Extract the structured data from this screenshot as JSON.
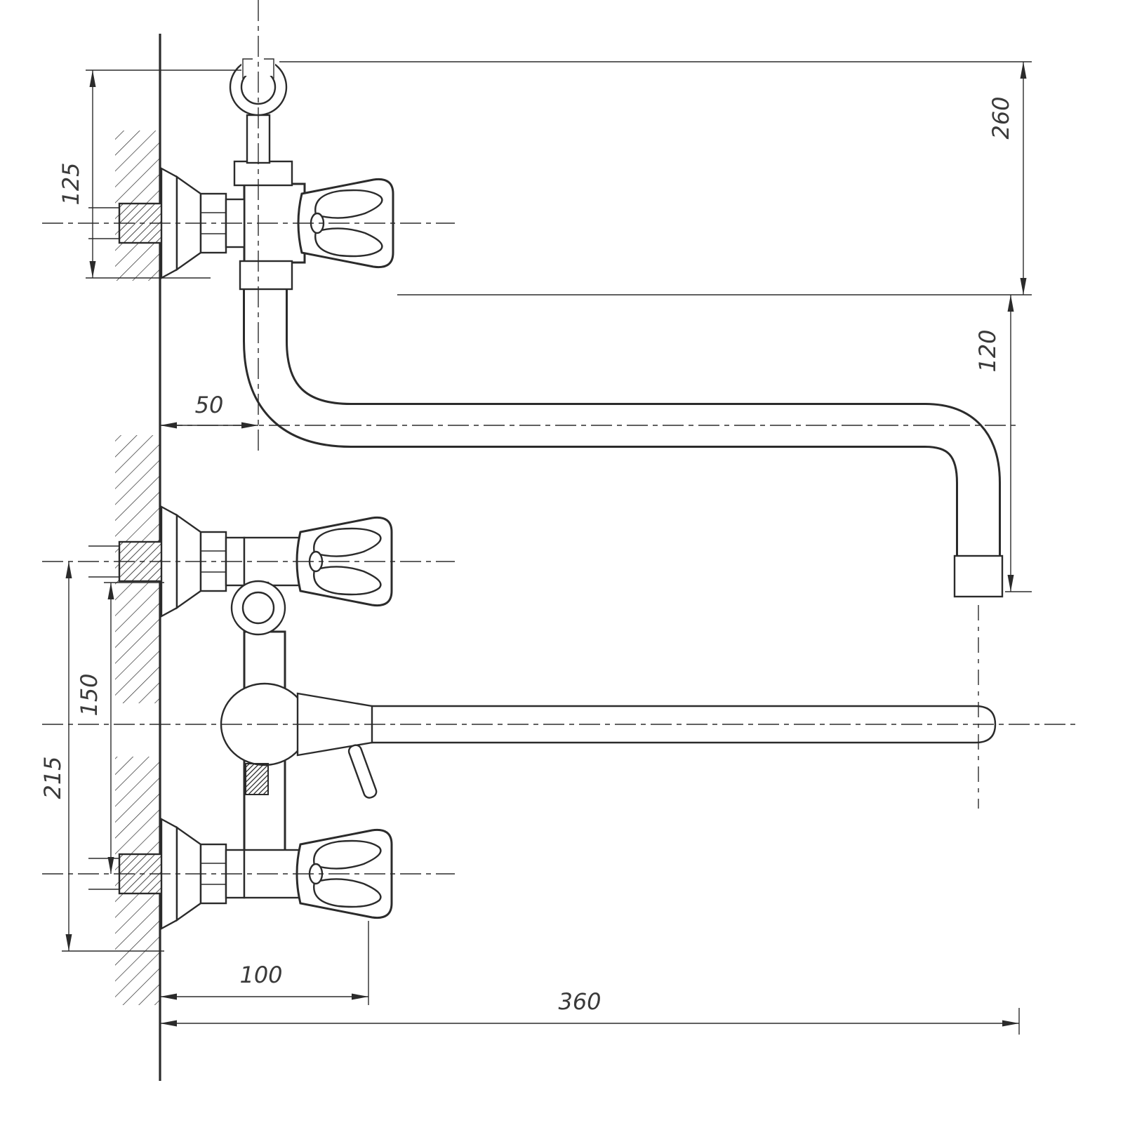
{
  "drawing": {
    "kind": "faucet-technical-drawing",
    "colors": {
      "background": "#ffffff",
      "line": "#2b2b2b",
      "text": "#3a3a3a"
    },
    "dimensions": {
      "top_left_height": "125",
      "right_total_height": "260",
      "right_spout_drop": "120",
      "wall_to_axis": "50",
      "left_connection_spacing": "150",
      "left_body_height": "215",
      "bottom_wall_to_handle": "100",
      "bottom_spout_reach": "360"
    }
  }
}
